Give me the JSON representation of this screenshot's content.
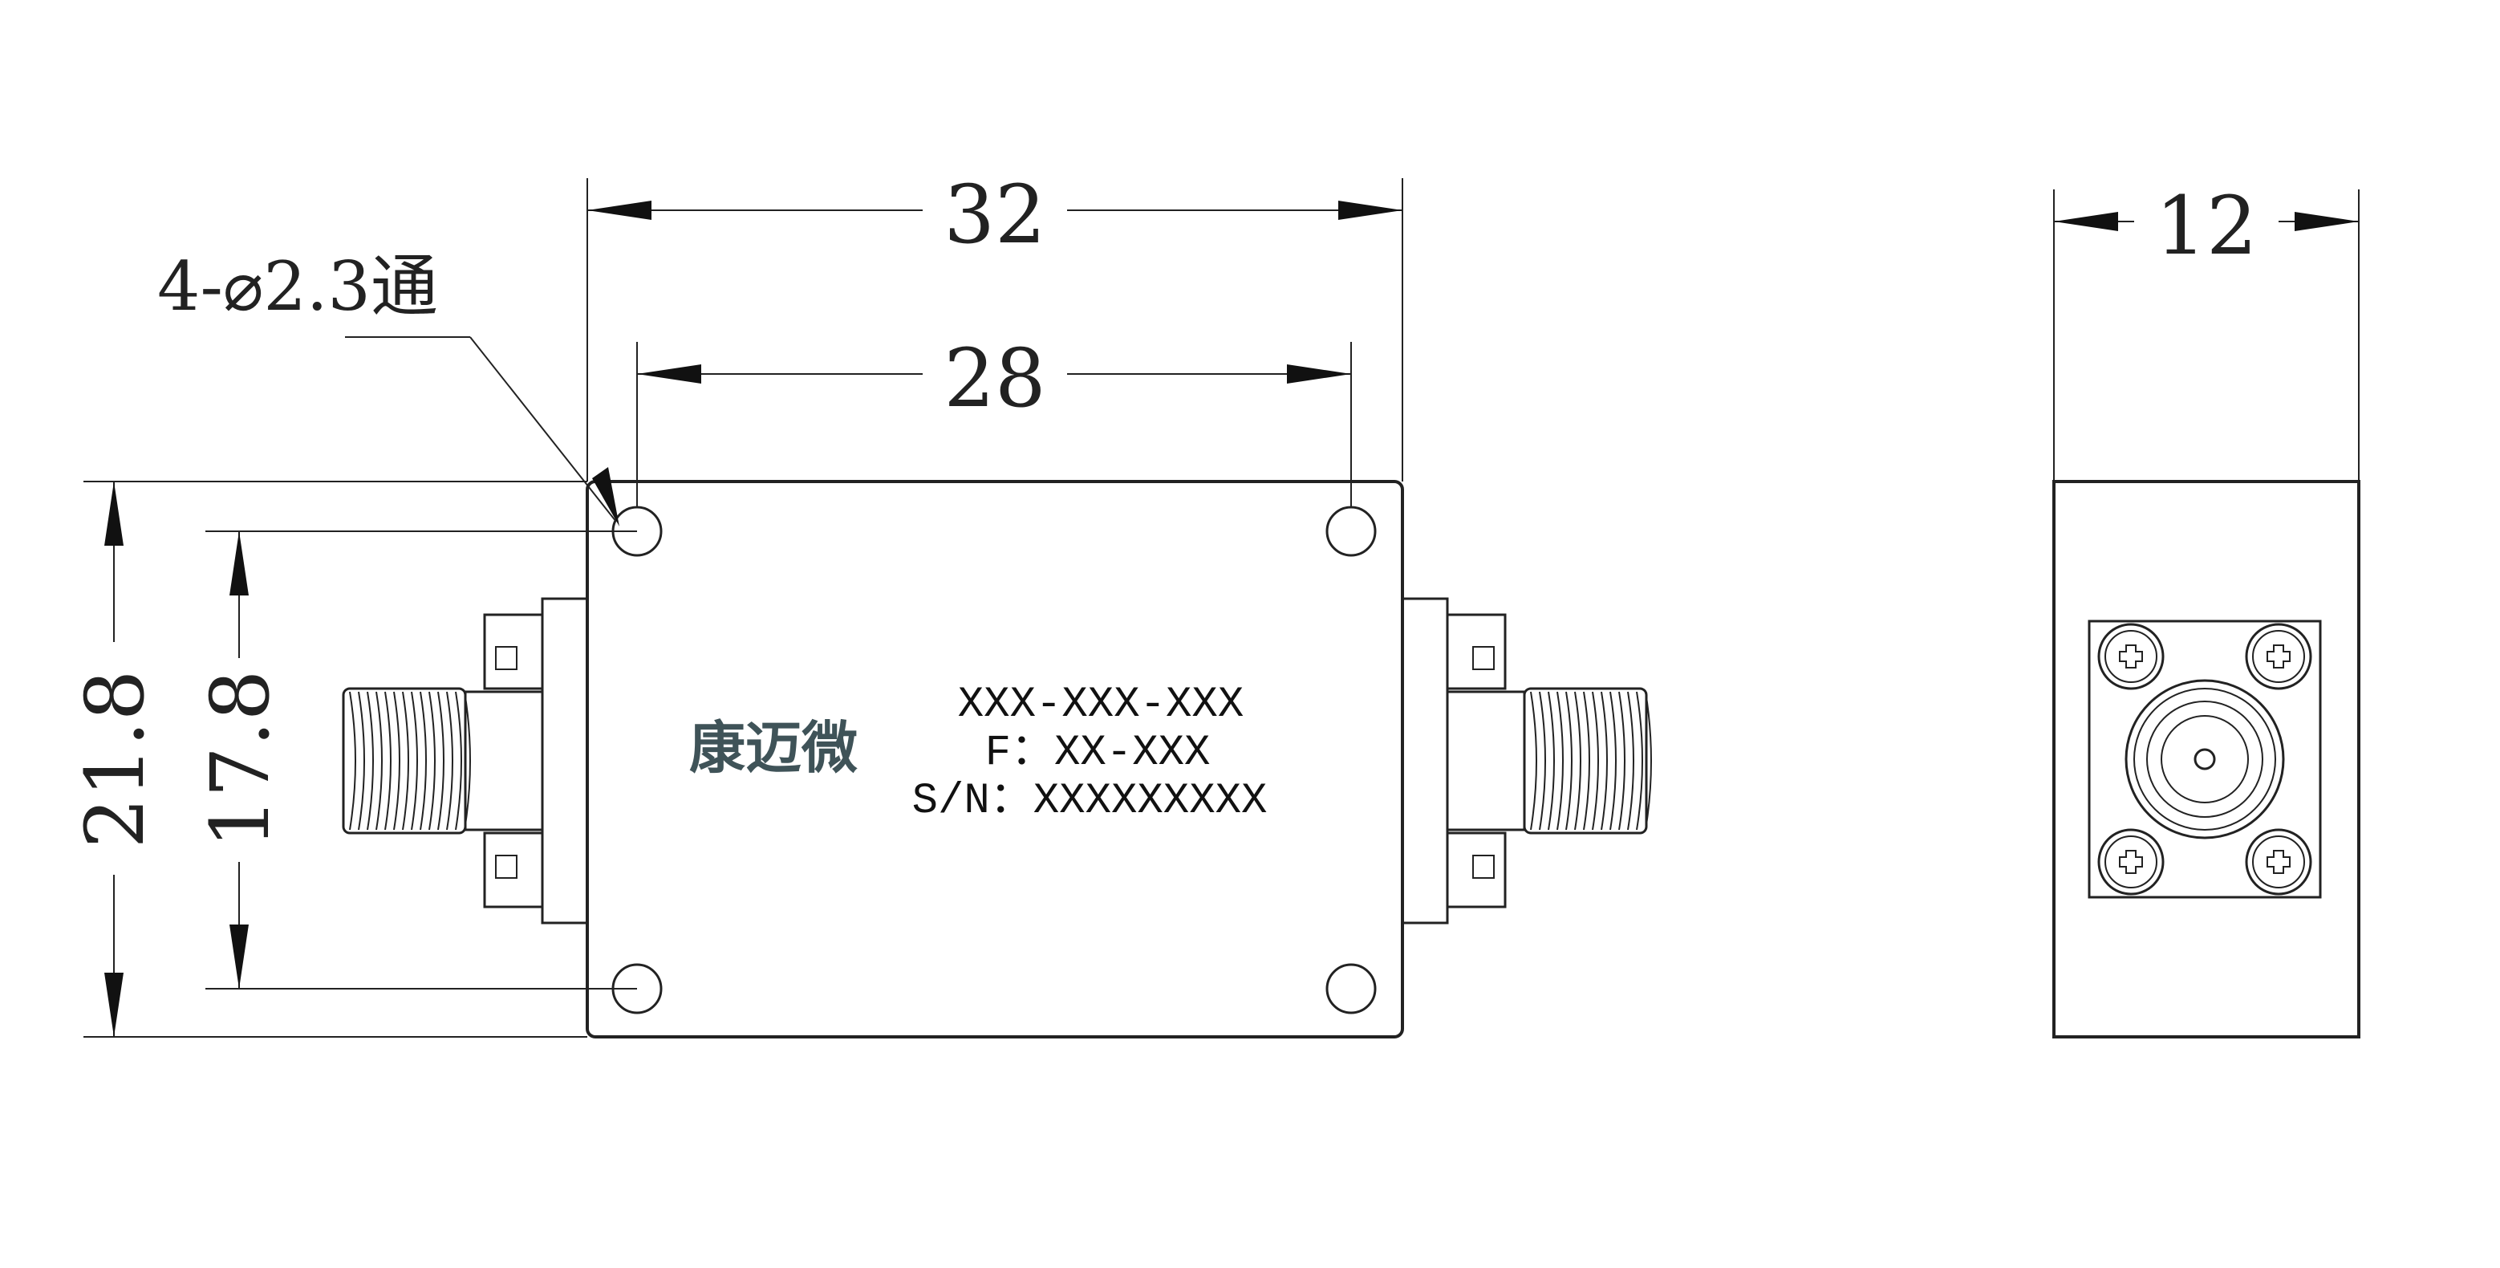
{
  "dimensions": {
    "overall_length": "32",
    "hole_spacing_x": "28",
    "overall_height": "21.8",
    "hole_spacing_y": "17.8",
    "side_width": "12"
  },
  "hole_note": "4-⌀2.3通",
  "label": {
    "brand": "康迈微",
    "part_number": "XXX-XXX-XXX",
    "frequency": "F：XX-XXX",
    "serial": "S/N：XXXXXXXXX"
  },
  "colors": {
    "line": "#222222",
    "brand": "#3f5358"
  }
}
